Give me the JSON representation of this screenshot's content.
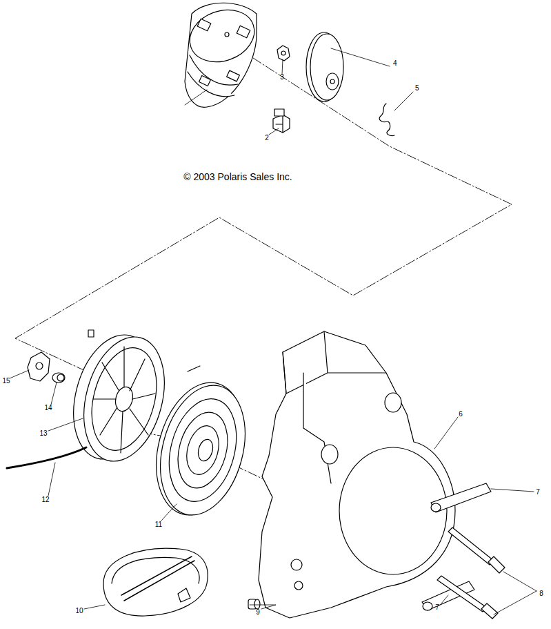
{
  "diagram": {
    "labels": [
      "2",
      "3",
      "4",
      "5",
      "© 2003 Polaris Sales Inc.",
      "15",
      "14",
      "13",
      "12",
      "11",
      "10",
      "9",
      "8",
      "7",
      "7",
      "6"
    ]
  }
}
